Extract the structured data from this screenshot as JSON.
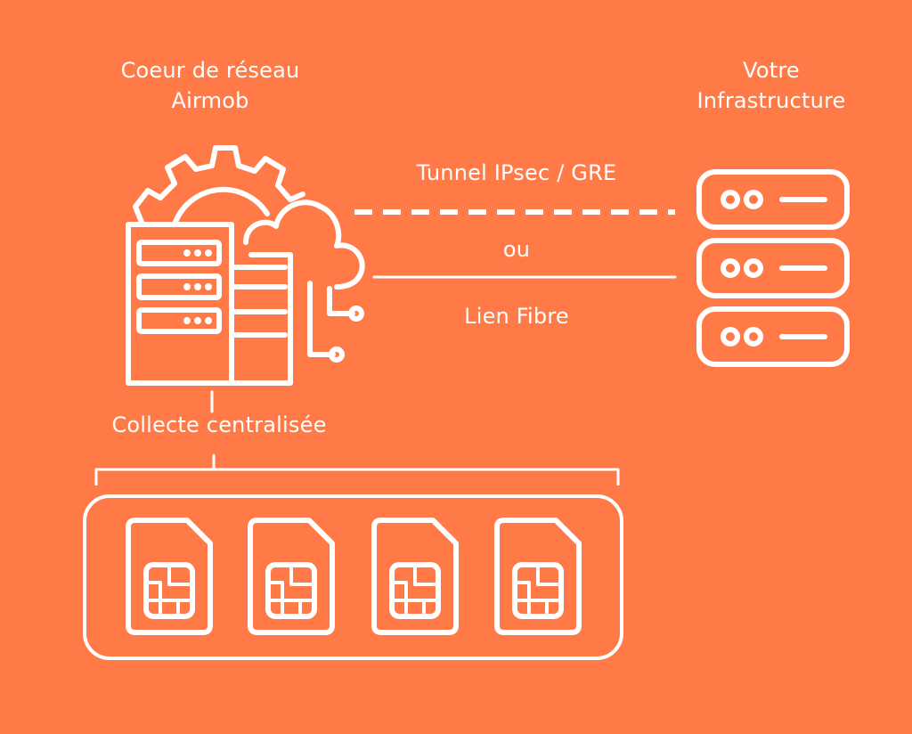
{
  "diagram": {
    "nodes": {
      "core_network": {
        "title_line1": "Coeur de réseau",
        "title_line2": "Airmob"
      },
      "your_infrastructure": {
        "title_line1": "Votre",
        "title_line2": "Infrastructure"
      },
      "collection": {
        "label": "Collecte centralisée",
        "sim_count": 4
      }
    },
    "links": {
      "tunnel": {
        "label": "Tunnel IPsec / GRE",
        "style": "dashed"
      },
      "separator": {
        "label": "ou"
      },
      "fiber": {
        "label": "Lien Fibre",
        "style": "solid"
      }
    }
  },
  "colors": {
    "background": "#FF7A47",
    "stroke": "#FFFFFF"
  },
  "icons": {
    "core": [
      "gear-icon",
      "server-rack-icon",
      "cloud-icon",
      "circuit-icon"
    ],
    "infrastructure": "server-stack-icon",
    "sim": "sim-card-icon"
  }
}
